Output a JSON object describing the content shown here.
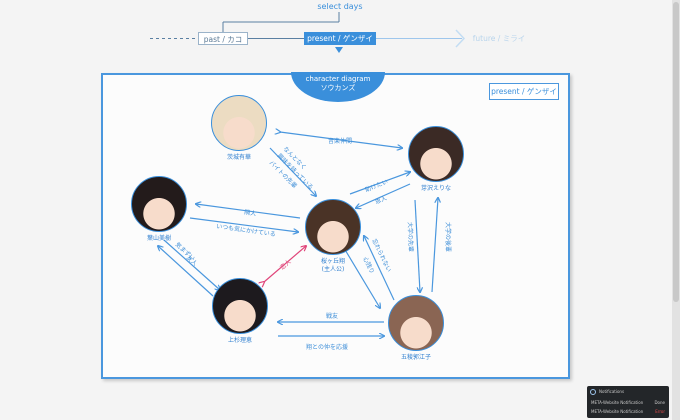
{
  "timeline": {
    "title": "select days",
    "tabs": [
      {
        "label": "past / カコ",
        "state": "inactive"
      },
      {
        "label": "present / ゲンザイ",
        "state": "active"
      },
      {
        "label": "future / ミライ",
        "state": "disabled"
      }
    ]
  },
  "panel": {
    "badge_en": "character diagram",
    "badge_jp": "ソウカンズ",
    "present_tag": "present / ゲンザイ"
  },
  "characters": [
    {
      "name": "茨城有華",
      "sub": "",
      "hair": "#ecdcc2"
    },
    {
      "name": "芽沢えりな",
      "sub": "",
      "hair": "#3b2a25"
    },
    {
      "name": "葉山美樹",
      "sub": "",
      "hair": "#231b1b"
    },
    {
      "name": "桜ヶ丘翔",
      "sub": "(主人公)",
      "hair": "#4a3326"
    },
    {
      "name": "上杉理恵",
      "sub": "",
      "hair": "#1d1a1e"
    },
    {
      "name": "五稜郭江子",
      "sub": "",
      "hair": "#8a6553"
    }
  ],
  "relations": {
    "r1": "音楽仲間",
    "r2": "なんとなく",
    "r3": "興味を持っている",
    "r4": "バイトの先輩",
    "r5": "助けたい",
    "r6": "恩人",
    "r7": "隣人",
    "r8": "いつも気にかけている",
    "r9": "大学の先輩",
    "r10": "大学の後輩",
    "r11": "気まずい",
    "r12": "恋人",
    "r13": "友人",
    "r14": "忘れられない",
    "r15": "心残り",
    "r16": "戦友",
    "r17": "翔との仲を応援"
  },
  "notification": {
    "line1": "Notifications",
    "line2": "META-Website Notification",
    "line3": "META-Website Notification",
    "status1": "Done",
    "status2": "Error"
  },
  "colors": {
    "accent": "#3a8fdb",
    "love": "#e0457a"
  }
}
